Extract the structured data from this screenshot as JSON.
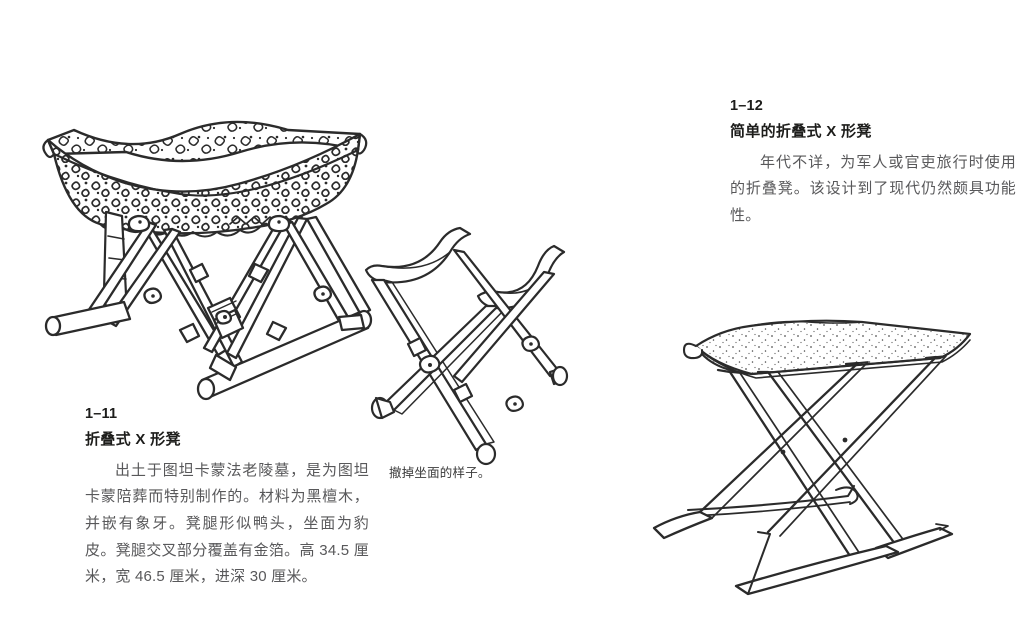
{
  "page": {
    "background_color": "#ffffff",
    "heading_color": "#1d1d1b",
    "body_text_color": "#58585a",
    "ink_color": "#2b2b2b"
  },
  "captions": [
    {
      "id": "1-11",
      "number": "1–11",
      "title": "折叠式 X 形凳",
      "body": "出土于图坦卡蒙法老陵墓，是为图坦卡蒙陪葬而特别制作的。材料为黑檀木，并嵌有象牙。凳腿形似鸭头，坐面为豹皮。凳腿交叉部分覆盖有金箔。高 34.5 厘米，宽 46.5 厘米，进深 30 厘米。"
    },
    {
      "id": "1-12",
      "number": "1–12",
      "title": "简单的折叠式 X 形凳",
      "body": "年代不详，为军人或官吏旅行时使用的折叠凳。该设计到了现代仍然颇具功能性。"
    }
  ],
  "sub_caption": {
    "text": "撤掉坐面的样子。"
  },
  "illustrations": [
    {
      "id": "ornate-stool",
      "name": "tutankhamun-folding-x-stool-illustration",
      "description": "折叠式 X 形凳，豹皮坐面，鸭头形凳腿"
    },
    {
      "id": "frame-stool",
      "name": "folding-x-stool-frame-illustration",
      "description": "撤掉坐面的折叠式 X 形凳骨架"
    },
    {
      "id": "simple-stool",
      "name": "simple-folding-x-stool-illustration",
      "description": "简单的折叠式 X 形凳，带布质坐面"
    }
  ]
}
